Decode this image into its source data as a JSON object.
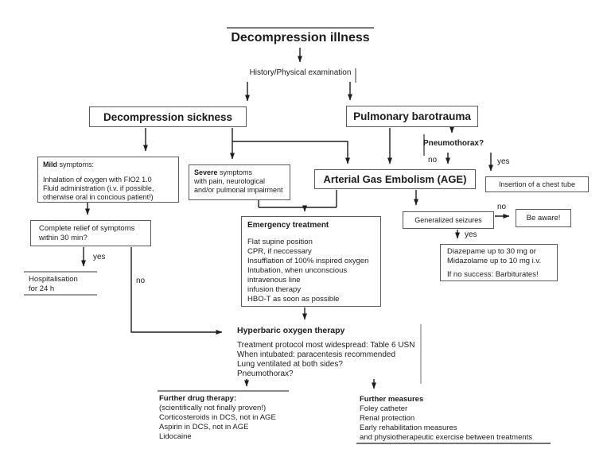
{
  "title": "Decompression illness",
  "history": "History/Physical examination",
  "labels": {
    "yes": "yes",
    "no": "no"
  },
  "boxes": {
    "dcs": "Decompression sickness",
    "pb": "Pulmonary barotrauma",
    "age": "Arterial Gas Embolism (AGE)",
    "pneumothorax": "Pneumothorax?",
    "chest_tube": "Insertion of a chest tube",
    "seizures": "Generalized seizures",
    "be_aware": "Be aware!"
  },
  "mild": {
    "head_bold": "Mild",
    "head_rest": " symptoms:",
    "lines": [
      "Inhalation of oxygen with FIO2 1.0",
      "Fluid administration (i.v. if possible,",
      "otherwise oral in concious patient!)"
    ]
  },
  "severe": {
    "head_bold": "Severe",
    "head_rest": " symptoms",
    "lines": [
      "with pain, neurological",
      "and/or pulmonal impairment"
    ]
  },
  "relief": {
    "lines": [
      "Complete relief of symptoms",
      "within 30 min?"
    ]
  },
  "hospital": {
    "lines": [
      "Hospitalisation",
      "for 24 h"
    ]
  },
  "emergency": {
    "head": "Emergency treatment",
    "lines": [
      "Flat supine position",
      "CPR, if neccessary",
      "Insufflation of 100% inspired oxygen",
      "Intubation, when unconscious",
      "intravenous line",
      "infusion therapy",
      "HBO-T as soon as possible"
    ]
  },
  "diazepame": {
    "lines": [
      "Diazepame up to 30 mg or",
      "Midazolame up to 10 mg i.v."
    ],
    "line2": "If no success: Barbiturates!"
  },
  "hbo": {
    "head": "Hyperbaric oxygen therapy",
    "lines": [
      "Treatment protocol most widespread: Table 6 USN",
      "When intubated: paracentesis recommended",
      "Lung ventilated at both sides?",
      "Pneumothorax?"
    ]
  },
  "drug": {
    "head": "Further drug therapy:",
    "lines": [
      "(scientifically not finally proven!)",
      "Corticosteroids in DCS, not in AGE",
      "Aspirin in DCS, not in AGE",
      "Lidocaine"
    ]
  },
  "measures": {
    "head": "Further measures",
    "lines": [
      "Foley catheter",
      "Renal protection",
      "Early rehabilitation measures",
      "and physiotherapeutic exercise between treatments"
    ]
  }
}
